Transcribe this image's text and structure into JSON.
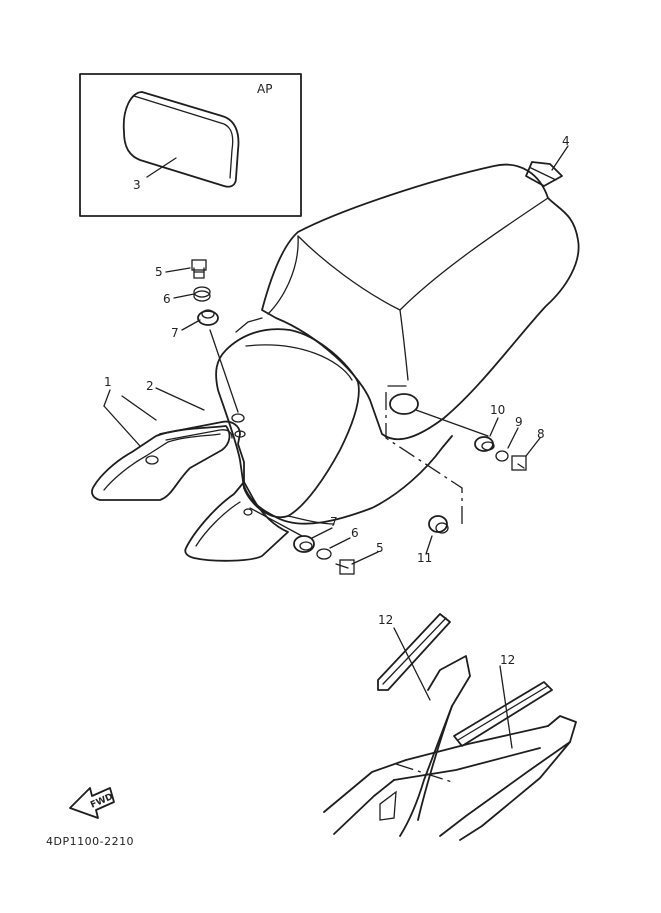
{
  "diagram": {
    "inset_label": "AP",
    "figure_code": "4DP1100-2210",
    "fwd_arrow_text": "FWD",
    "callouts": {
      "c1": "1",
      "c2": "2",
      "c3": "3",
      "c4": "4",
      "c5a": "5",
      "c5b": "5",
      "c6a": "6",
      "c6b": "6",
      "c7a": "7",
      "c7b": "7",
      "c8": "8",
      "c9": "9",
      "c10": "10",
      "c11": "11",
      "c12a": "12",
      "c12b": "12"
    }
  }
}
